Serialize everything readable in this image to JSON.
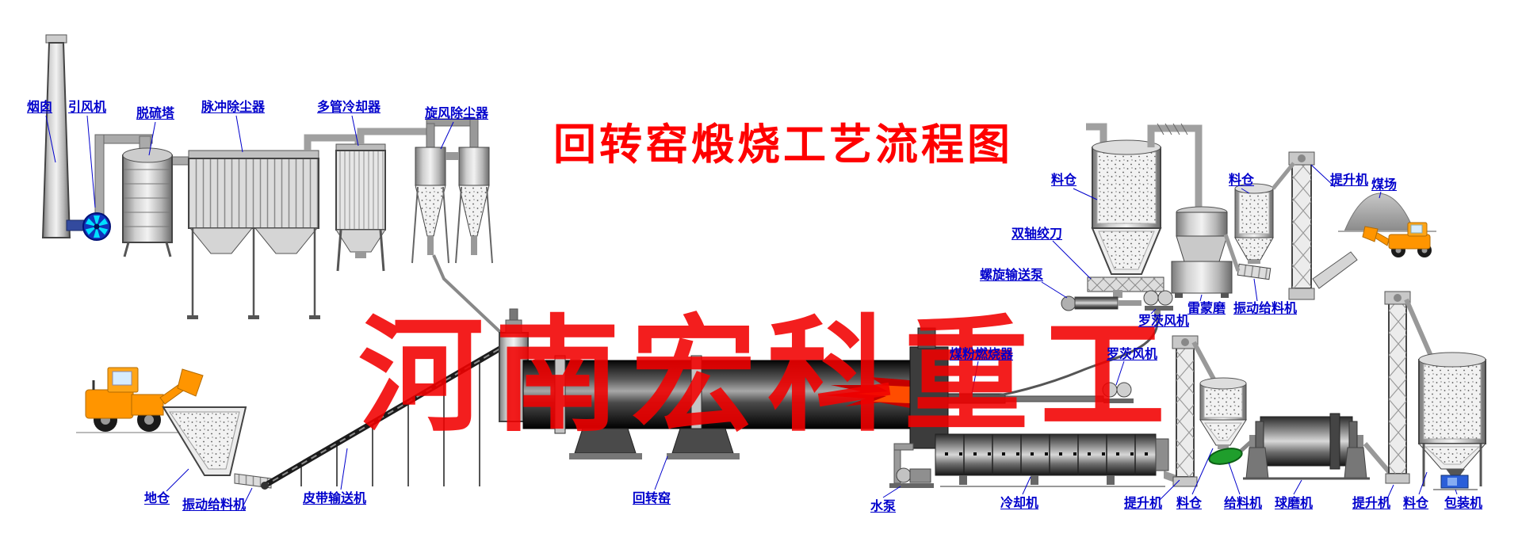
{
  "title": "回转窑煅烧工艺流程图",
  "watermark": "河南宏科重工",
  "labels": {
    "chimney": "烟囱",
    "induced_draft_fan": "引风机",
    "desulfurization_tower": "脱硫塔",
    "pulse_dust_collector": "脉冲除尘器",
    "multi_tube_cooler": "多管冷却器",
    "cyclone_dust_collector": "旋风除尘器",
    "silo_top": "料仓",
    "silo_top2": "料仓",
    "elevator_top": "提升机",
    "coal_yard": "煤场",
    "double_shaft_auger": "双轴绞刀",
    "screw_conveyor_pump": "螺旋输送泵",
    "roots_blower_top": "罗茨风机",
    "raymond_mill": "雷蒙磨",
    "vibrating_feeder_mill": "振动给料机",
    "coal_burner": "煤粉燃烧器",
    "roots_blower_bottom": "罗茨风机",
    "ground_bin": "地仓",
    "vibrating_feeder_bin": "振动给料机",
    "belt_conveyor": "皮带输送机",
    "rotary_kiln": "回转窑",
    "water_pump": "水泵",
    "cooler_machine": "冷却机",
    "elevator_cooler": "提升机",
    "silo_mill": "料仓",
    "feeder": "给料机",
    "ball_mill": "球磨机",
    "elevator_product": "提升机",
    "silo_product": "料仓",
    "packing_machine": "包装机"
  },
  "colors": {
    "label_blue": "#0000cc",
    "title_red": "#ff0000",
    "watermark_red": "#f20000",
    "loader_orange": "#ff9500",
    "flame_red": "#c40000",
    "packer_blue": "#2b5fd9",
    "feeder_green": "#1f9e2c"
  }
}
